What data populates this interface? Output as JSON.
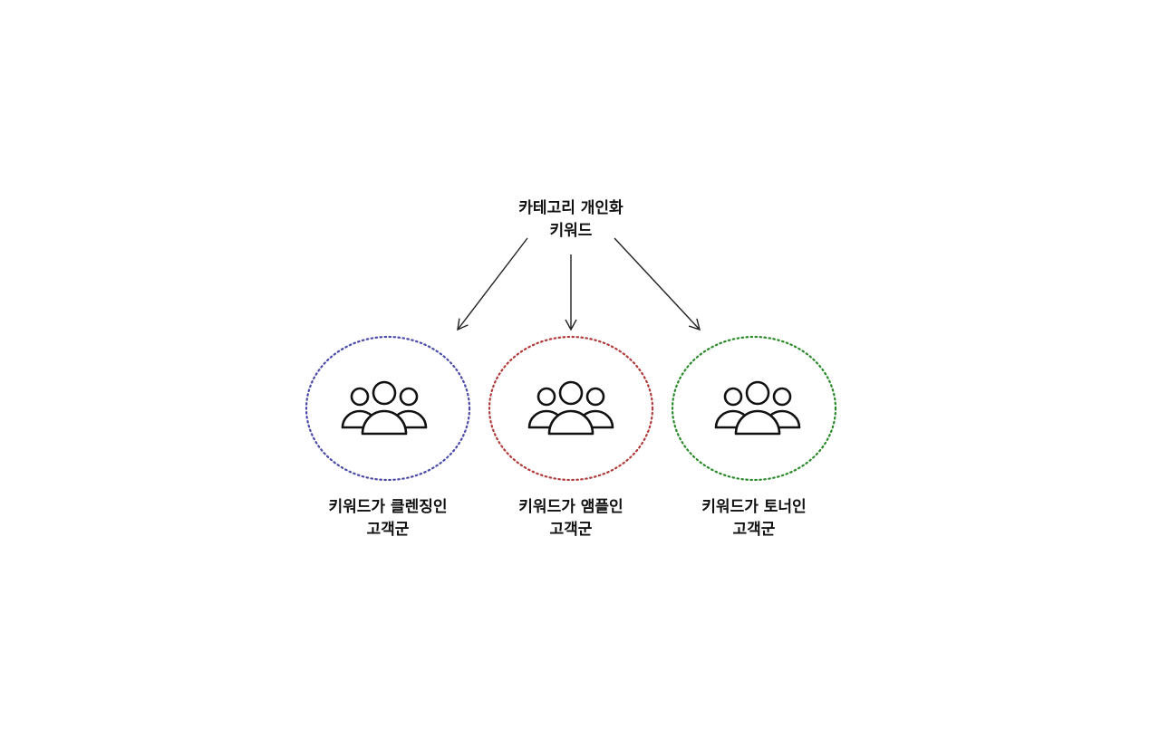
{
  "root": {
    "line1": "카테고리 개인화",
    "line2": "키워드"
  },
  "groups": [
    {
      "line1": "키워드가 클렌징인",
      "line2": "고객군",
      "color": "#4a4aa8"
    },
    {
      "line1": "키워드가 앰플인",
      "line2": "고객군",
      "color": "#b03a3a"
    },
    {
      "line1": "키워드가 토너인",
      "line2": "고객군",
      "color": "#2a8a2a"
    }
  ],
  "icons": {
    "group": "people-group-icon"
  },
  "colors": {
    "text": "#111111",
    "arrow": "#222222",
    "background": "#ffffff"
  }
}
